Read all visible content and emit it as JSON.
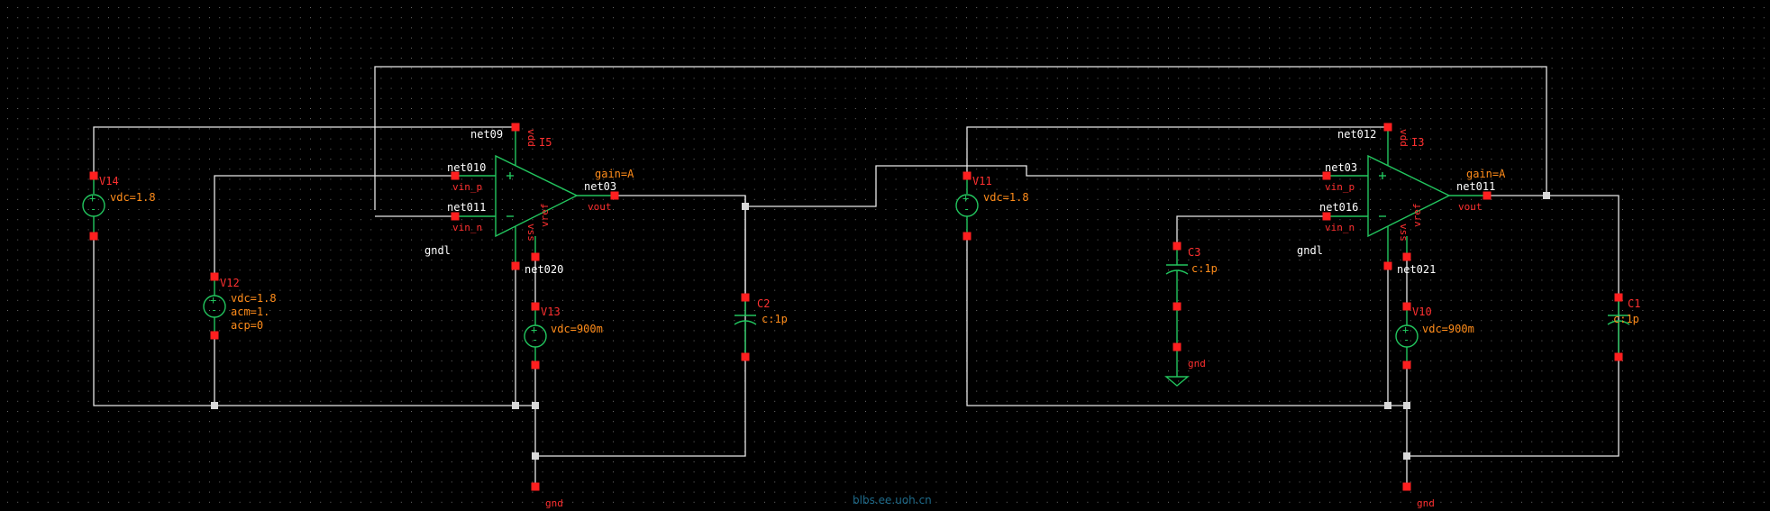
{
  "schematic": {
    "nets": {
      "net09": "net09",
      "net010": "net010",
      "net011_l": "net011",
      "net03_l": "net03",
      "net020": "net020",
      "net012": "net012",
      "net03_r": "net03",
      "net016": "net016",
      "net011_r": "net011",
      "net021": "net021",
      "gndl_l": "gndl",
      "gndl_r": "gndl"
    },
    "instances": {
      "v14": "V14",
      "v12": "V12",
      "v13": "V13",
      "c2": "C2",
      "i5": "I5",
      "v11": "V11",
      "c3": "C3",
      "v10": "V10",
      "c1": "C1",
      "i3": "I3"
    },
    "params": {
      "v14": "vdc=1.8",
      "v12_vdc": "vdc=1.8",
      "v12_acm": "acm=1.",
      "v12_acp": "acp=0",
      "v13": "vdc=900m",
      "c2": "c:1p",
      "gain_l": "gain=A",
      "v11": "vdc=1.8",
      "c3": "c:1p",
      "v10": "vdc=900m",
      "c1": "c:1p",
      "gain_r": "gain=A"
    },
    "pins": {
      "vin_p": "vin_p",
      "vin_n": "vin_n",
      "vout": "vout",
      "vref": "vref",
      "vdd": "vdd",
      "vss": "vss"
    },
    "grounds": {
      "gnd_l": "gnd",
      "gnd_mid": "gnd",
      "gnd_r": "gnd"
    },
    "watermark": "blbs.ee.uoh.cn",
    "colors": {
      "background": "#000000",
      "wire": "#e6e6e6",
      "symbol": "#22c55e",
      "terminal": "#ff1f1f",
      "param": "#ff8c1a",
      "net_label": "#ffffff"
    }
  }
}
